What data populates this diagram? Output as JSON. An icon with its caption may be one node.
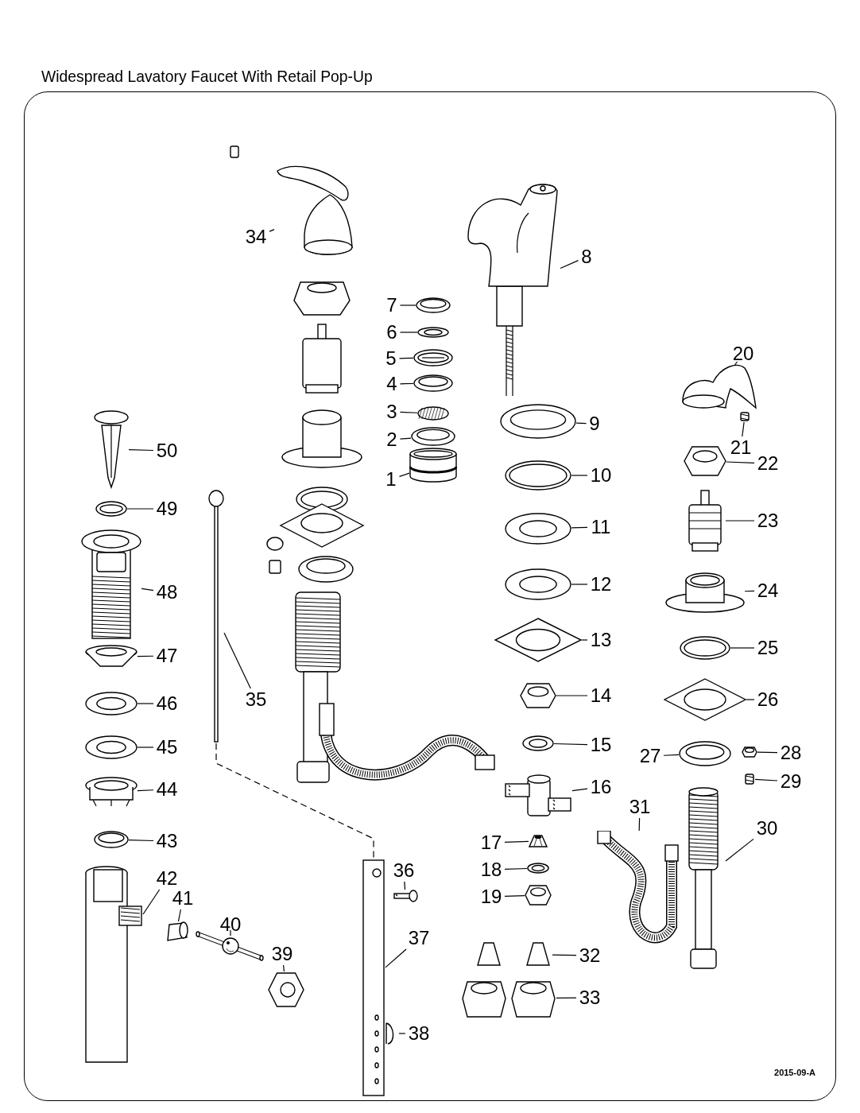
{
  "diagram": {
    "title": "Widespread Lavatory Faucet With Retail Pop-Up",
    "nodes": [
      {
        "text": [
          "1"
        ]
      },
      {
        "text": [
          "2"
        ]
      },
      {
        "text": [
          "3"
        ]
      },
      {
        "text": [
          "4"
        ]
      },
      {
        "text": [
          "5"
        ]
      },
      {
        "text": [
          "6"
        ]
      },
      {
        "text": [
          "7"
        ]
      },
      {
        "text": [
          "8"
        ]
      },
      {
        "text": [
          "9"
        ]
      },
      {
        "text": [
          "10"
        ]
      },
      {
        "text": [
          "11"
        ]
      },
      {
        "text": [
          "12"
        ]
      },
      {
        "text": [
          "13"
        ]
      },
      {
        "text": [
          "14"
        ]
      },
      {
        "text": [
          "15"
        ]
      },
      {
        "text": [
          "16"
        ]
      },
      {
        "text": [
          "17"
        ]
      },
      {
        "text": [
          "18"
        ]
      },
      {
        "text": [
          "19"
        ]
      },
      {
        "text": [
          "20"
        ]
      },
      {
        "text": [
          "21"
        ]
      },
      {
        "text": [
          "22"
        ]
      },
      {
        "text": [
          "23"
        ]
      },
      {
        "text": [
          "24"
        ]
      },
      {
        "text": [
          "25"
        ]
      },
      {
        "text": [
          "26"
        ]
      },
      {
        "text": [
          "27"
        ]
      },
      {
        "text": [
          "28"
        ]
      },
      {
        "text": [
          "29"
        ]
      },
      {
        "text": [
          "30"
        ]
      },
      {
        "text": [
          "31"
        ]
      },
      {
        "text": [
          "32"
        ]
      },
      {
        "text": [
          "33"
        ]
      },
      {
        "text": [
          "34"
        ]
      },
      {
        "text": [
          "35"
        ]
      },
      {
        "text": [
          "36"
        ]
      },
      {
        "text": [
          "37"
        ]
      },
      {
        "text": [
          "38"
        ]
      },
      {
        "text": [
          "39"
        ]
      },
      {
        "text": [
          "40"
        ]
      },
      {
        "text": [
          "41"
        ]
      },
      {
        "text": [
          "42"
        ]
      },
      {
        "text": [
          "43"
        ]
      },
      {
        "text": [
          "44"
        ]
      },
      {
        "text": [
          "45"
        ]
      },
      {
        "text": [
          "46"
        ]
      },
      {
        "text": [
          "47"
        ]
      },
      {
        "text": [
          "48"
        ]
      },
      {
        "text": [
          "49"
        ]
      },
      {
        "text": [
          "50"
        ]
      },
      {
        "text": [],
        "shape": "picture"
      },
      {
        "text": [],
        "shape": "picture"
      },
      {
        "text": [],
        "shape": "picture"
      },
      {
        "text": [],
        "shape": "picture"
      },
      {
        "text": [],
        "shape": "picture"
      },
      {
        "text": [],
        "shape": "picture"
      },
      {
        "text": [],
        "shape": "picture"
      },
      {
        "text": [],
        "shape": "picture"
      },
      {
        "text": [],
        "shape": "picture"
      },
      {
        "text": [],
        "shape": "picture"
      },
      {
        "text": [],
        "shape": "picture"
      },
      {
        "text": [],
        "shape": "picture"
      },
      {
        "text": [],
        "shape": "picture"
      },
      {
        "text": [],
        "shape": "picture"
      },
      {
        "text": [],
        "shape": "picture"
      },
      {
        "text": [],
        "shape": "picture"
      },
      {
        "text": [],
        "shape": "picture"
      },
      {
        "text": [],
        "shape": "picture"
      },
      {
        "text": [],
        "shape": "picture"
      },
      {
        "text": [],
        "shape": "picture"
      },
      {
        "text": [],
        "shape": "picture"
      },
      {
        "text": [],
        "shape": "picture"
      },
      {
        "text": [],
        "shape": "picture"
      },
      {
        "text": [],
        "shape": "picture"
      },
      {
        "text": [],
        "shape": "picture"
      },
      {
        "text": [],
        "shape": "picture"
      },
      {
        "text": [],
        "shape": "picture"
      },
      {
        "text": [],
        "shape": "picture"
      },
      {
        "text": [],
        "shape": "picture"
      },
      {
        "text": [],
        "shape": "picture"
      },
      {
        "text": [],
        "shape": "picture"
      },
      {
        "text": [],
        "shape": "picture"
      },
      {
        "text": [],
        "shape": "picture"
      },
      {
        "text": [],
        "shape": "picture"
      },
      {
        "text": [],
        "shape": "picture"
      },
      {
        "text": [],
        "shape": "picture"
      },
      {
        "text": [],
        "shape": "picture"
      },
      {
        "text": [],
        "shape": "picture"
      },
      {
        "text": [],
        "shape": "picture"
      },
      {
        "text": [],
        "shape": "picture"
      },
      {
        "text": [],
        "shape": "picture"
      },
      {
        "text": [],
        "shape": "picture"
      },
      {
        "text": [],
        "shape": "picture"
      },
      {
        "text": [],
        "shape": "picture"
      },
      {
        "text": [],
        "shape": "picture"
      },
      {
        "text": [],
        "shape": "picture"
      },
      {
        "text": [],
        "shape": "picture"
      },
      {
        "text": [],
        "shape": "picture"
      },
      {
        "text": [],
        "shape": "picture"
      },
      {
        "text": [],
        "shape": "picture"
      }
    ],
    "edges": [
      {
        "from": 0,
        "to": 50,
        "arrow": "none"
      },
      {
        "from": 1,
        "to": 51,
        "arrow": "none"
      },
      {
        "from": 2,
        "to": 52,
        "arrow": "none"
      },
      {
        "from": 3,
        "to": 53,
        "arrow": "none"
      },
      {
        "from": 4,
        "to": 54,
        "arrow": "none"
      },
      {
        "from": 5,
        "to": 55,
        "arrow": "none"
      },
      {
        "from": 6,
        "to": 56,
        "arrow": "none"
      },
      {
        "from": 7,
        "to": 57,
        "arrow": "none"
      },
      {
        "from": 8,
        "to": 58,
        "arrow": "none"
      },
      {
        "from": 9,
        "to": 59,
        "arrow": "none"
      },
      {
        "from": 10,
        "to": 60,
        "arrow": "none"
      },
      {
        "from": 11,
        "to": 61,
        "arrow": "none"
      },
      {
        "from": 12,
        "to": 62,
        "arrow": "none"
      },
      {
        "from": 13,
        "to": 63,
        "arrow": "none"
      },
      {
        "from": 14,
        "to": 64,
        "arrow": "none"
      },
      {
        "from": 15,
        "to": 65,
        "arrow": "none"
      },
      {
        "from": 16,
        "to": 66,
        "arrow": "none"
      },
      {
        "from": 17,
        "to": 67,
        "arrow": "none"
      },
      {
        "from": 18,
        "to": 68,
        "arrow": "none"
      },
      {
        "from": 19,
        "to": 69,
        "arrow": "none"
      },
      {
        "from": 20,
        "to": 70,
        "arrow": "none"
      },
      {
        "from": 21,
        "to": 71,
        "arrow": "none"
      },
      {
        "from": 22,
        "to": 72,
        "arrow": "none"
      },
      {
        "from": 23,
        "to": 73,
        "arrow": "none"
      },
      {
        "from": 24,
        "to": 74,
        "arrow": "none"
      },
      {
        "from": 25,
        "to": 75,
        "arrow": "none"
      },
      {
        "from": 26,
        "to": 76,
        "arrow": "none"
      },
      {
        "from": 27,
        "to": 77,
        "arrow": "none"
      },
      {
        "from": 28,
        "to": 78,
        "arrow": "none"
      },
      {
        "from": 29,
        "to": 79,
        "arrow": "none"
      },
      {
        "from": 30,
        "to": 80,
        "arrow": "none"
      },
      {
        "from": 31,
        "to": 81,
        "arrow": "none"
      },
      {
        "from": 32,
        "to": 82,
        "arrow": "none"
      },
      {
        "from": 33,
        "to": 83,
        "arrow": "none"
      },
      {
        "from": 34,
        "to": 84,
        "arrow": "none"
      },
      {
        "from": 35,
        "to": 85,
        "arrow": "none"
      },
      {
        "from": 36,
        "to": 86,
        "arrow": "none"
      },
      {
        "from": 37,
        "to": 87,
        "arrow": "none"
      },
      {
        "from": 38,
        "to": 88,
        "arrow": "none"
      },
      {
        "from": 39,
        "to": 89,
        "arrow": "none"
      },
      {
        "from": 40,
        "to": 90,
        "arrow": "none"
      },
      {
        "from": 41,
        "to": 91,
        "arrow": "none"
      },
      {
        "from": 42,
        "to": 92,
        "arrow": "none"
      },
      {
        "from": 43,
        "to": 93,
        "arrow": "none"
      },
      {
        "from": 44,
        "to": 94,
        "arrow": "none"
      },
      {
        "from": 45,
        "to": 95,
        "arrow": "none"
      },
      {
        "from": 46,
        "to": 96,
        "arrow": "none"
      },
      {
        "from": 47,
        "to": 97,
        "arrow": "none"
      },
      {
        "from": 48,
        "to": 98,
        "arrow": "none"
      },
      {
        "from": 49,
        "to": 99,
        "arrow": "none"
      },
      {
        "from": 84,
        "to": 86,
        "arrow": "none",
        "style": "dashed"
      }
    ],
    "labels": [
      "2015-09-A"
    ]
  }
}
